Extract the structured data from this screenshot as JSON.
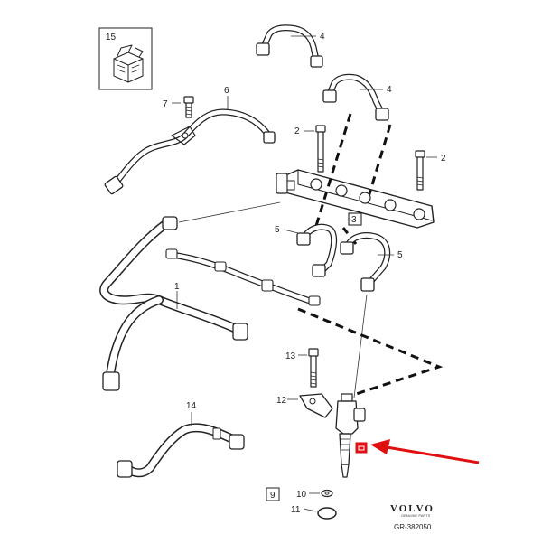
{
  "callouts": {
    "c1": "1",
    "c2a": "2",
    "c2b": "2",
    "c3": "3",
    "c4a": "4",
    "c4b": "4",
    "c5a": "5",
    "c5b": "5",
    "c6": "6",
    "c7": "7",
    "c9": "9",
    "c10": "10",
    "c11": "11",
    "c12": "12",
    "c13": "13",
    "c14": "14",
    "c15": "15"
  },
  "brand": {
    "name": "VOLVO",
    "sub": "GENUINE PARTS",
    "reference": "GR-382050"
  },
  "colors": {
    "line": "#222222",
    "arrow": "#e01010",
    "highlight": "#dd1111"
  },
  "icons": {
    "box": "parts-kit-box-icon",
    "arrow": "red-pointer-arrow",
    "highlight": "highlighted-part-marker"
  }
}
